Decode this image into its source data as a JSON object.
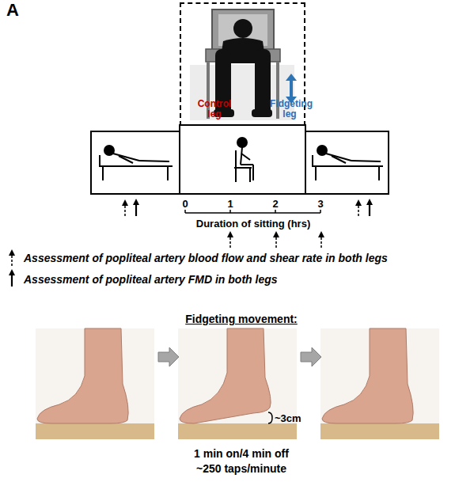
{
  "diagram": {
    "nodes": [
      {
        "text": [
          "Control leg",
          "Fidgeting leg"
        ]
      }
    ],
    "labels": [
      "A",
      "0",
      "1",
      "2",
      "3",
      "Duration of sitting (hrs)",
      "Fidgeting movement:",
      "~3cm",
      "1 min on/4 min off",
      "~250 taps/minute"
    ],
    "legend": [
      {
        "text": "Assessment of popliteal artery blood flow and shear rate in both legs"
      },
      {
        "text": "Assessment of popliteal artery FMD in both legs"
      }
    ]
  }
}
